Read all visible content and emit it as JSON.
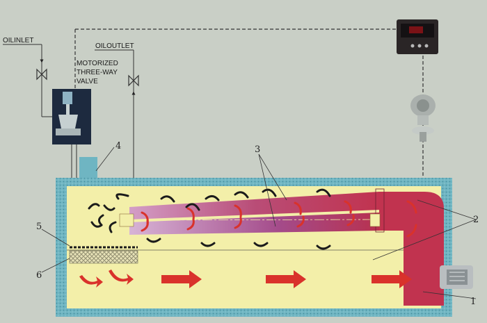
{
  "labels": {
    "oil_inlet": "OILINLET",
    "oil_outlet": "OILOUTLET",
    "valve_line1": "MOTORIZED",
    "valve_line2": "THREE-WAY",
    "valve_line3": "VALVE"
  },
  "callouts": [
    "1",
    "2",
    "3",
    "4",
    "5",
    "6"
  ],
  "colors": {
    "background": "#c9cfc6",
    "tank_wall": "#6fb5c2",
    "tank_fill": "#f3efa9",
    "heater_tube": "#b43a5c",
    "heater_tube_light": "#c98bb4",
    "arrow_red": "#d9322b",
    "arrow_dark": "#1b1b1b",
    "controller": "#2a2526"
  },
  "icons": [
    "controller-box-icon",
    "temperature-sensor-icon",
    "valve-icon",
    "motorized-valve-icon",
    "burner-motor-icon"
  ]
}
